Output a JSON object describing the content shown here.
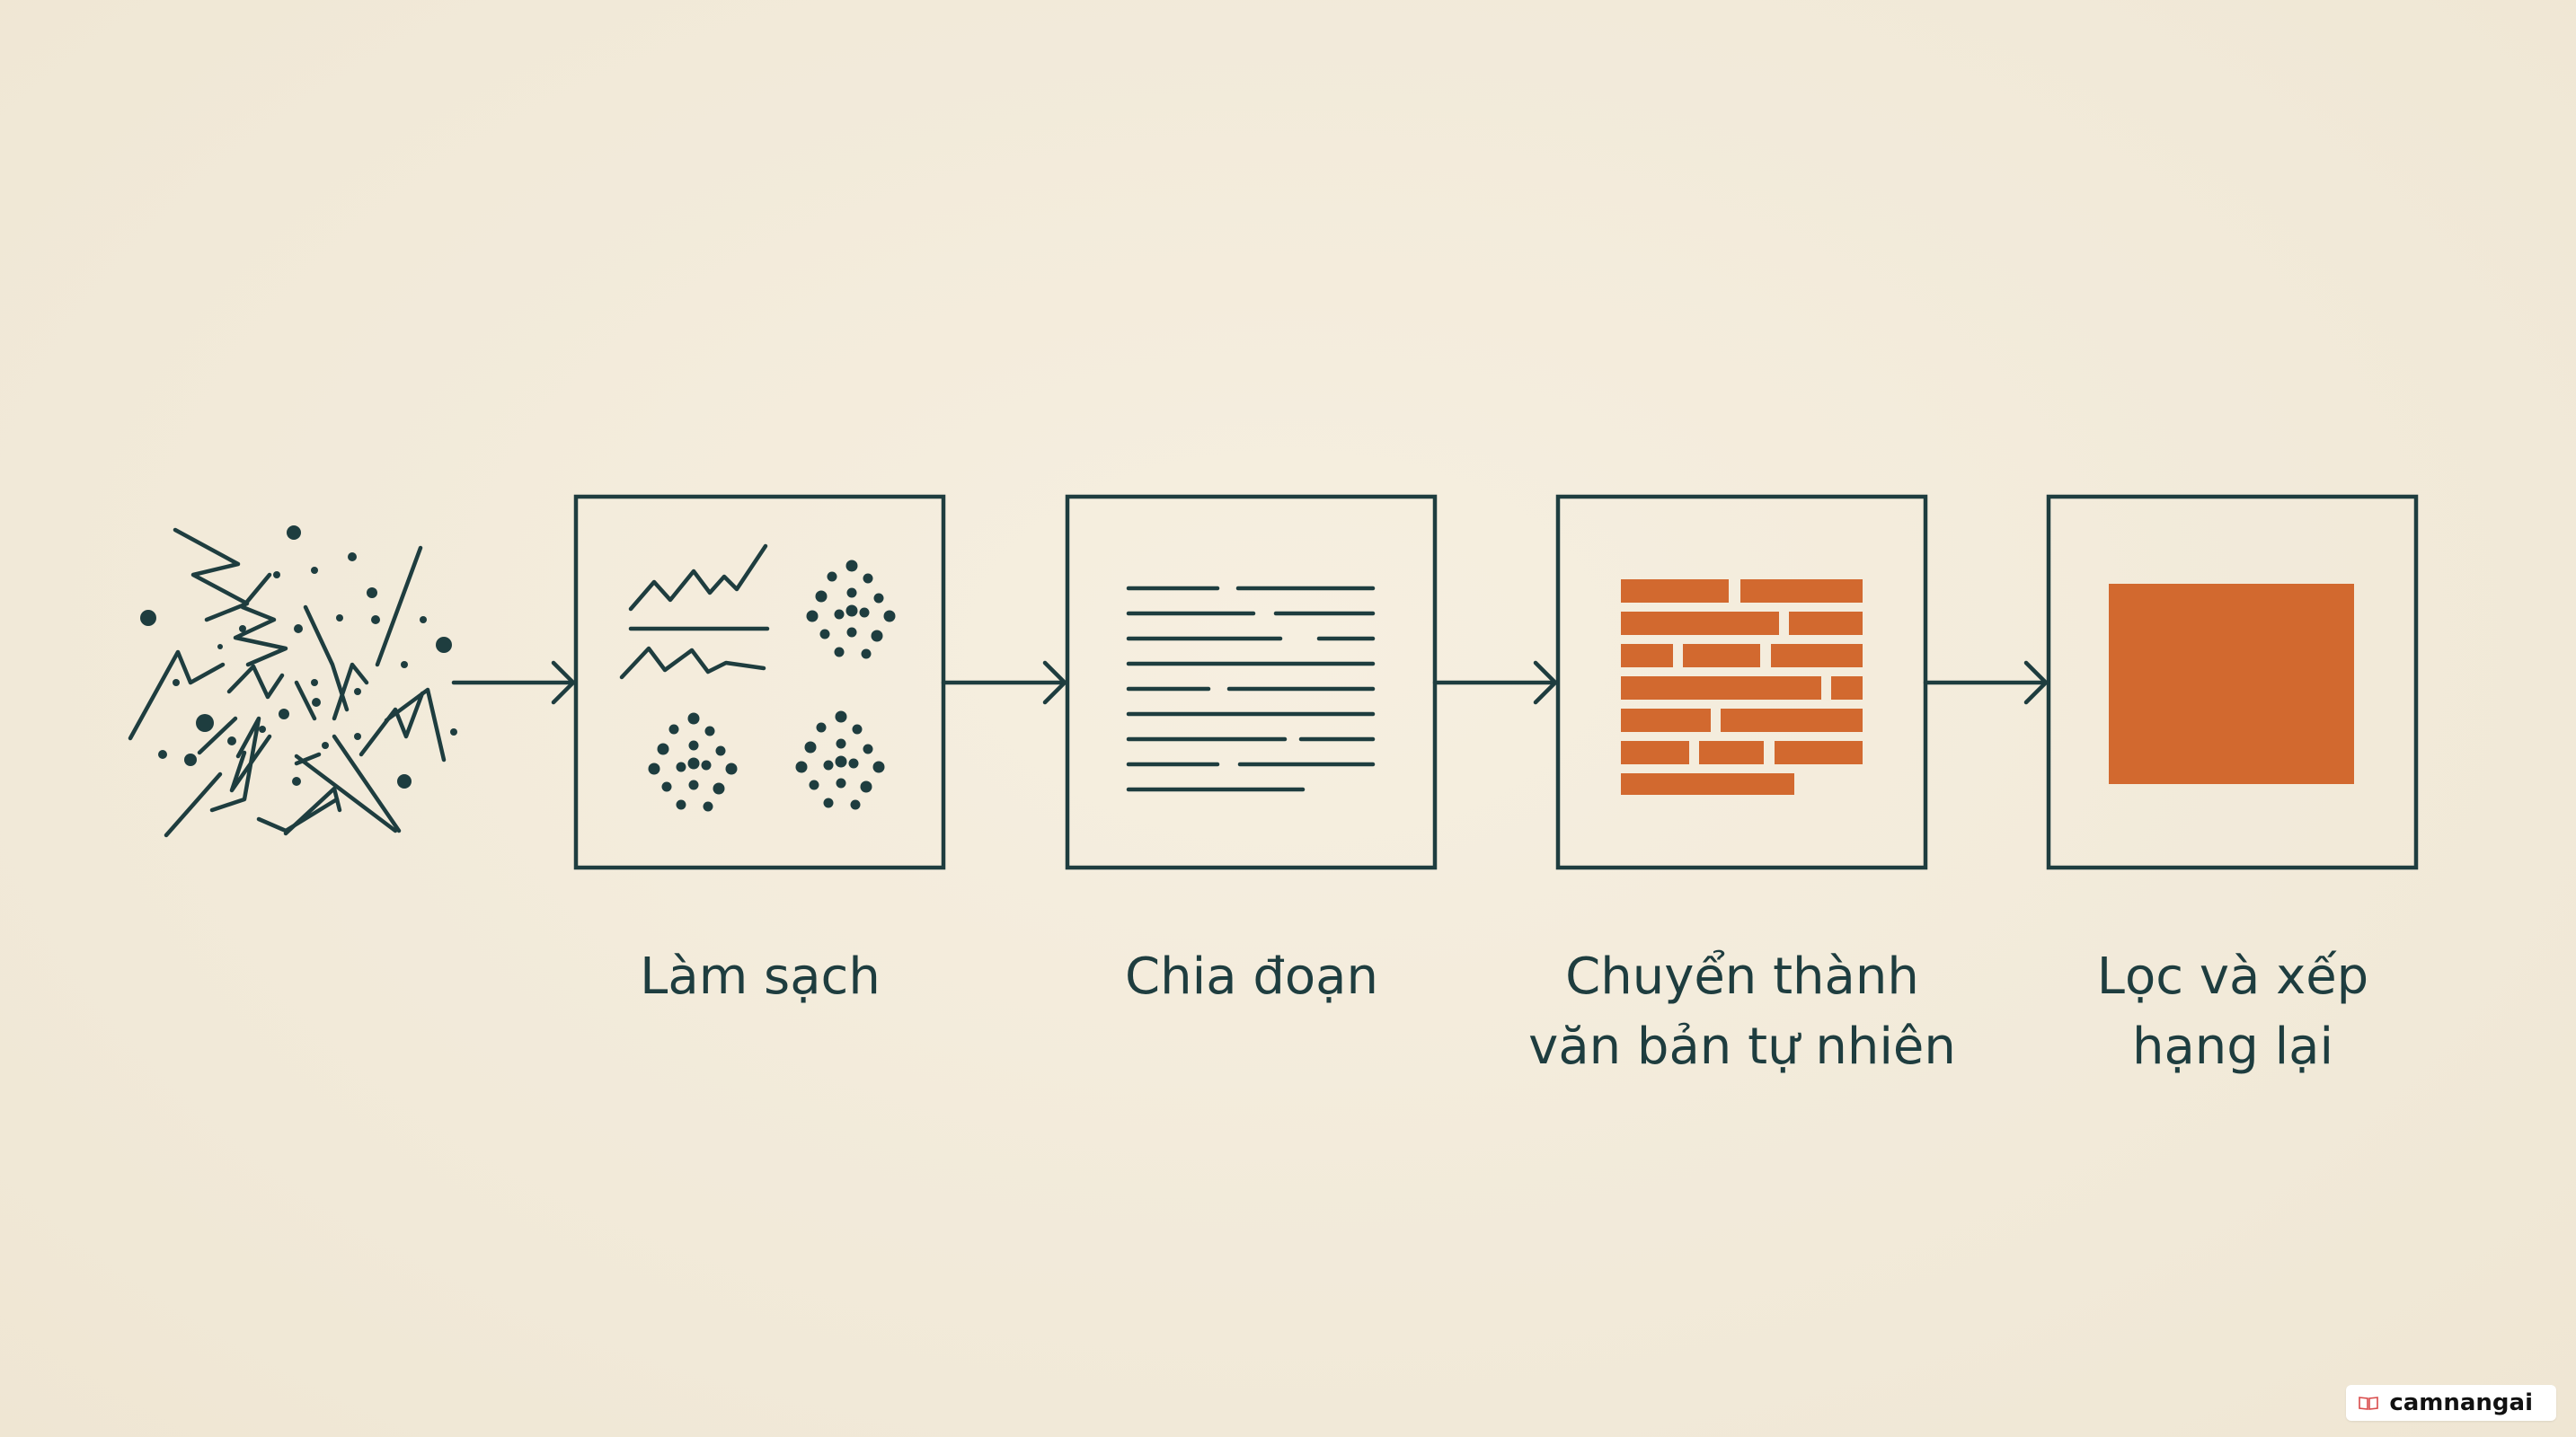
{
  "colors": {
    "background": "#f3ecdc",
    "ink": "#1e3d3f",
    "accent": "#d2692f"
  },
  "steps": [
    {
      "lines": [
        "Làm sạch"
      ],
      "icon": "clustered-dots-icon"
    },
    {
      "lines": [
        "Chia đoạn"
      ],
      "icon": "text-lines-icon"
    },
    {
      "lines": [
        "Chuyển thành",
        "văn bản tự nhiên"
      ],
      "icon": "brick-wall-icon"
    },
    {
      "lines": [
        "Lọc và xếp",
        "hạng lại"
      ],
      "icon": "solid-block-icon"
    }
  ],
  "input_icon": "chaotic-scribble-icon",
  "watermark": {
    "text": "camnangai",
    "icon": "book-icon"
  }
}
